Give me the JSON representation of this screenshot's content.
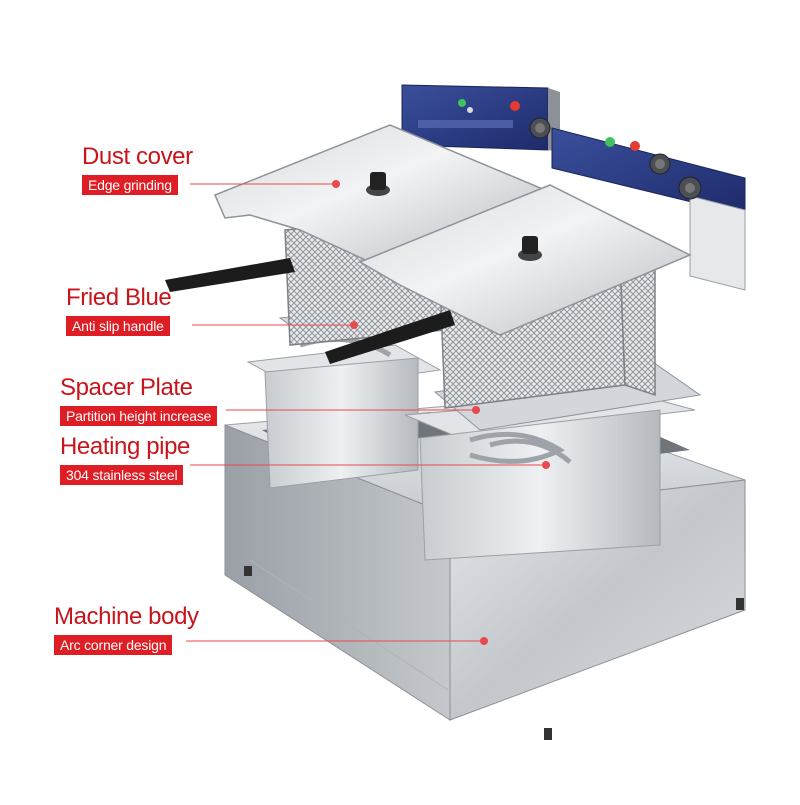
{
  "callouts": [
    {
      "title": "Dust cover",
      "subtitle": "Edge grinding"
    },
    {
      "title": "Fried Blue",
      "subtitle": "Anti slip handle"
    },
    {
      "title": "Spacer Plate",
      "subtitle": "Partition height increase"
    },
    {
      "title": "Heating pipe",
      "subtitle": "304 stainless steel"
    },
    {
      "title": "Machine body",
      "subtitle": "Arc corner design"
    }
  ],
  "colors": {
    "accent": "#df1d24",
    "title_text": "#c8141a",
    "steel_light": "#dcdfe3",
    "steel_mid": "#b9bec4",
    "steel_dark": "#8e949b",
    "control_panel": "#2b3b87",
    "handle": "#1c1c1c"
  },
  "icons": [
    "fryer-illustration",
    "callout-dot-icon"
  ]
}
